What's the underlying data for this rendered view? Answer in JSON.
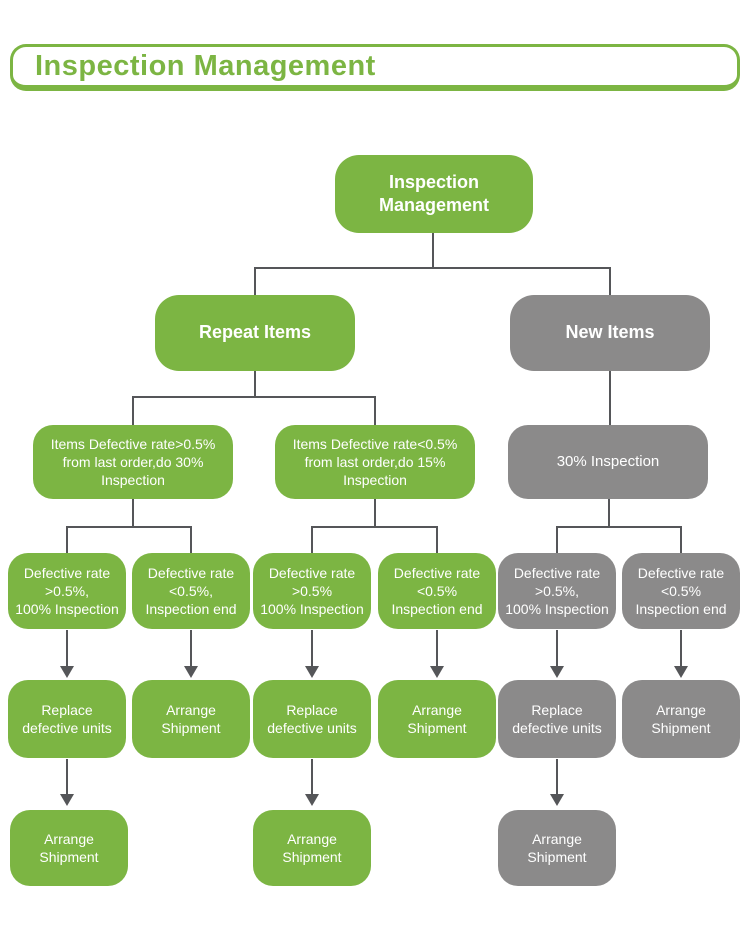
{
  "title": "Inspection Management",
  "colors": {
    "green": "#7CB543",
    "gray": "#8B8A8A",
    "line": "#555659",
    "text": "#FFFFFF"
  },
  "nodes": [
    {
      "id": "inspection-management-root",
      "label": "Inspection\nManagement"
    },
    {
      "id": "repeat-items",
      "label": "Repeat Items"
    },
    {
      "id": "new-items",
      "label": "New Items"
    },
    {
      "id": "repeat-high-defect",
      "label": "Items Defective rate>0.5%\nfrom last order,do 30%\nInspection"
    },
    {
      "id": "repeat-low-defect",
      "label": "Items Defective rate<0.5%\nfrom last order,do 15%\nInspection"
    },
    {
      "id": "new-items-inspection",
      "label": "30% Inspection"
    },
    {
      "id": "repeat-high-result-high",
      "label": "Defective rate\n>0.5%,\n100% Inspection"
    },
    {
      "id": "repeat-high-result-low",
      "label": "Defective rate\n<0.5%,\nInspection end"
    },
    {
      "id": "repeat-low-result-high",
      "label": "Defective rate\n>0.5%\n100% Inspection"
    },
    {
      "id": "repeat-low-result-low",
      "label": "Defective rate\n<0.5%\nInspection end"
    },
    {
      "id": "new-result-high",
      "label": "Defective rate\n>0.5%,\n100% Inspection"
    },
    {
      "id": "new-result-low",
      "label": "Defective rate\n<0.5%\nInspection end"
    },
    {
      "id": "replace-defective-units-1",
      "label": "Replace\ndefective units"
    },
    {
      "id": "arrange-shipment-1",
      "label": "Arrange\nShipment"
    },
    {
      "id": "replace-defective-units-2",
      "label": "Replace\ndefective units"
    },
    {
      "id": "arrange-shipment-2",
      "label": "Arrange\nShipment"
    },
    {
      "id": "replace-defective-units-3",
      "label": "Replace\ndefective units"
    },
    {
      "id": "arrange-shipment-3",
      "label": "Arrange\nShipment"
    },
    {
      "id": "arrange-shipment-final-1",
      "label": "Arrange\nShipment"
    },
    {
      "id": "arrange-shipment-final-2",
      "label": "Arrange\nShipment"
    },
    {
      "id": "arrange-shipment-final-3",
      "label": "Arrange\nShipment"
    }
  ]
}
